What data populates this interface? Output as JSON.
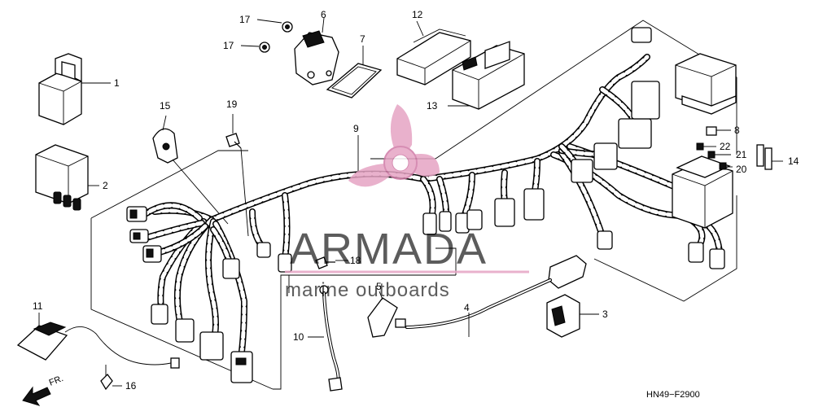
{
  "callouts": [
    "1",
    "2",
    "3",
    "4",
    "5",
    "6",
    "7",
    "8",
    "9",
    "10",
    "11",
    "12",
    "13",
    "14",
    "15",
    "16",
    "17",
    "17",
    "18",
    "19",
    "20",
    "21",
    "22"
  ],
  "watermark": {
    "word": "ARMADA",
    "tagline": "marine outboards",
    "color": "#e6a4c4"
  },
  "ref_code": "HN49−F2900",
  "direction_label": "FR."
}
